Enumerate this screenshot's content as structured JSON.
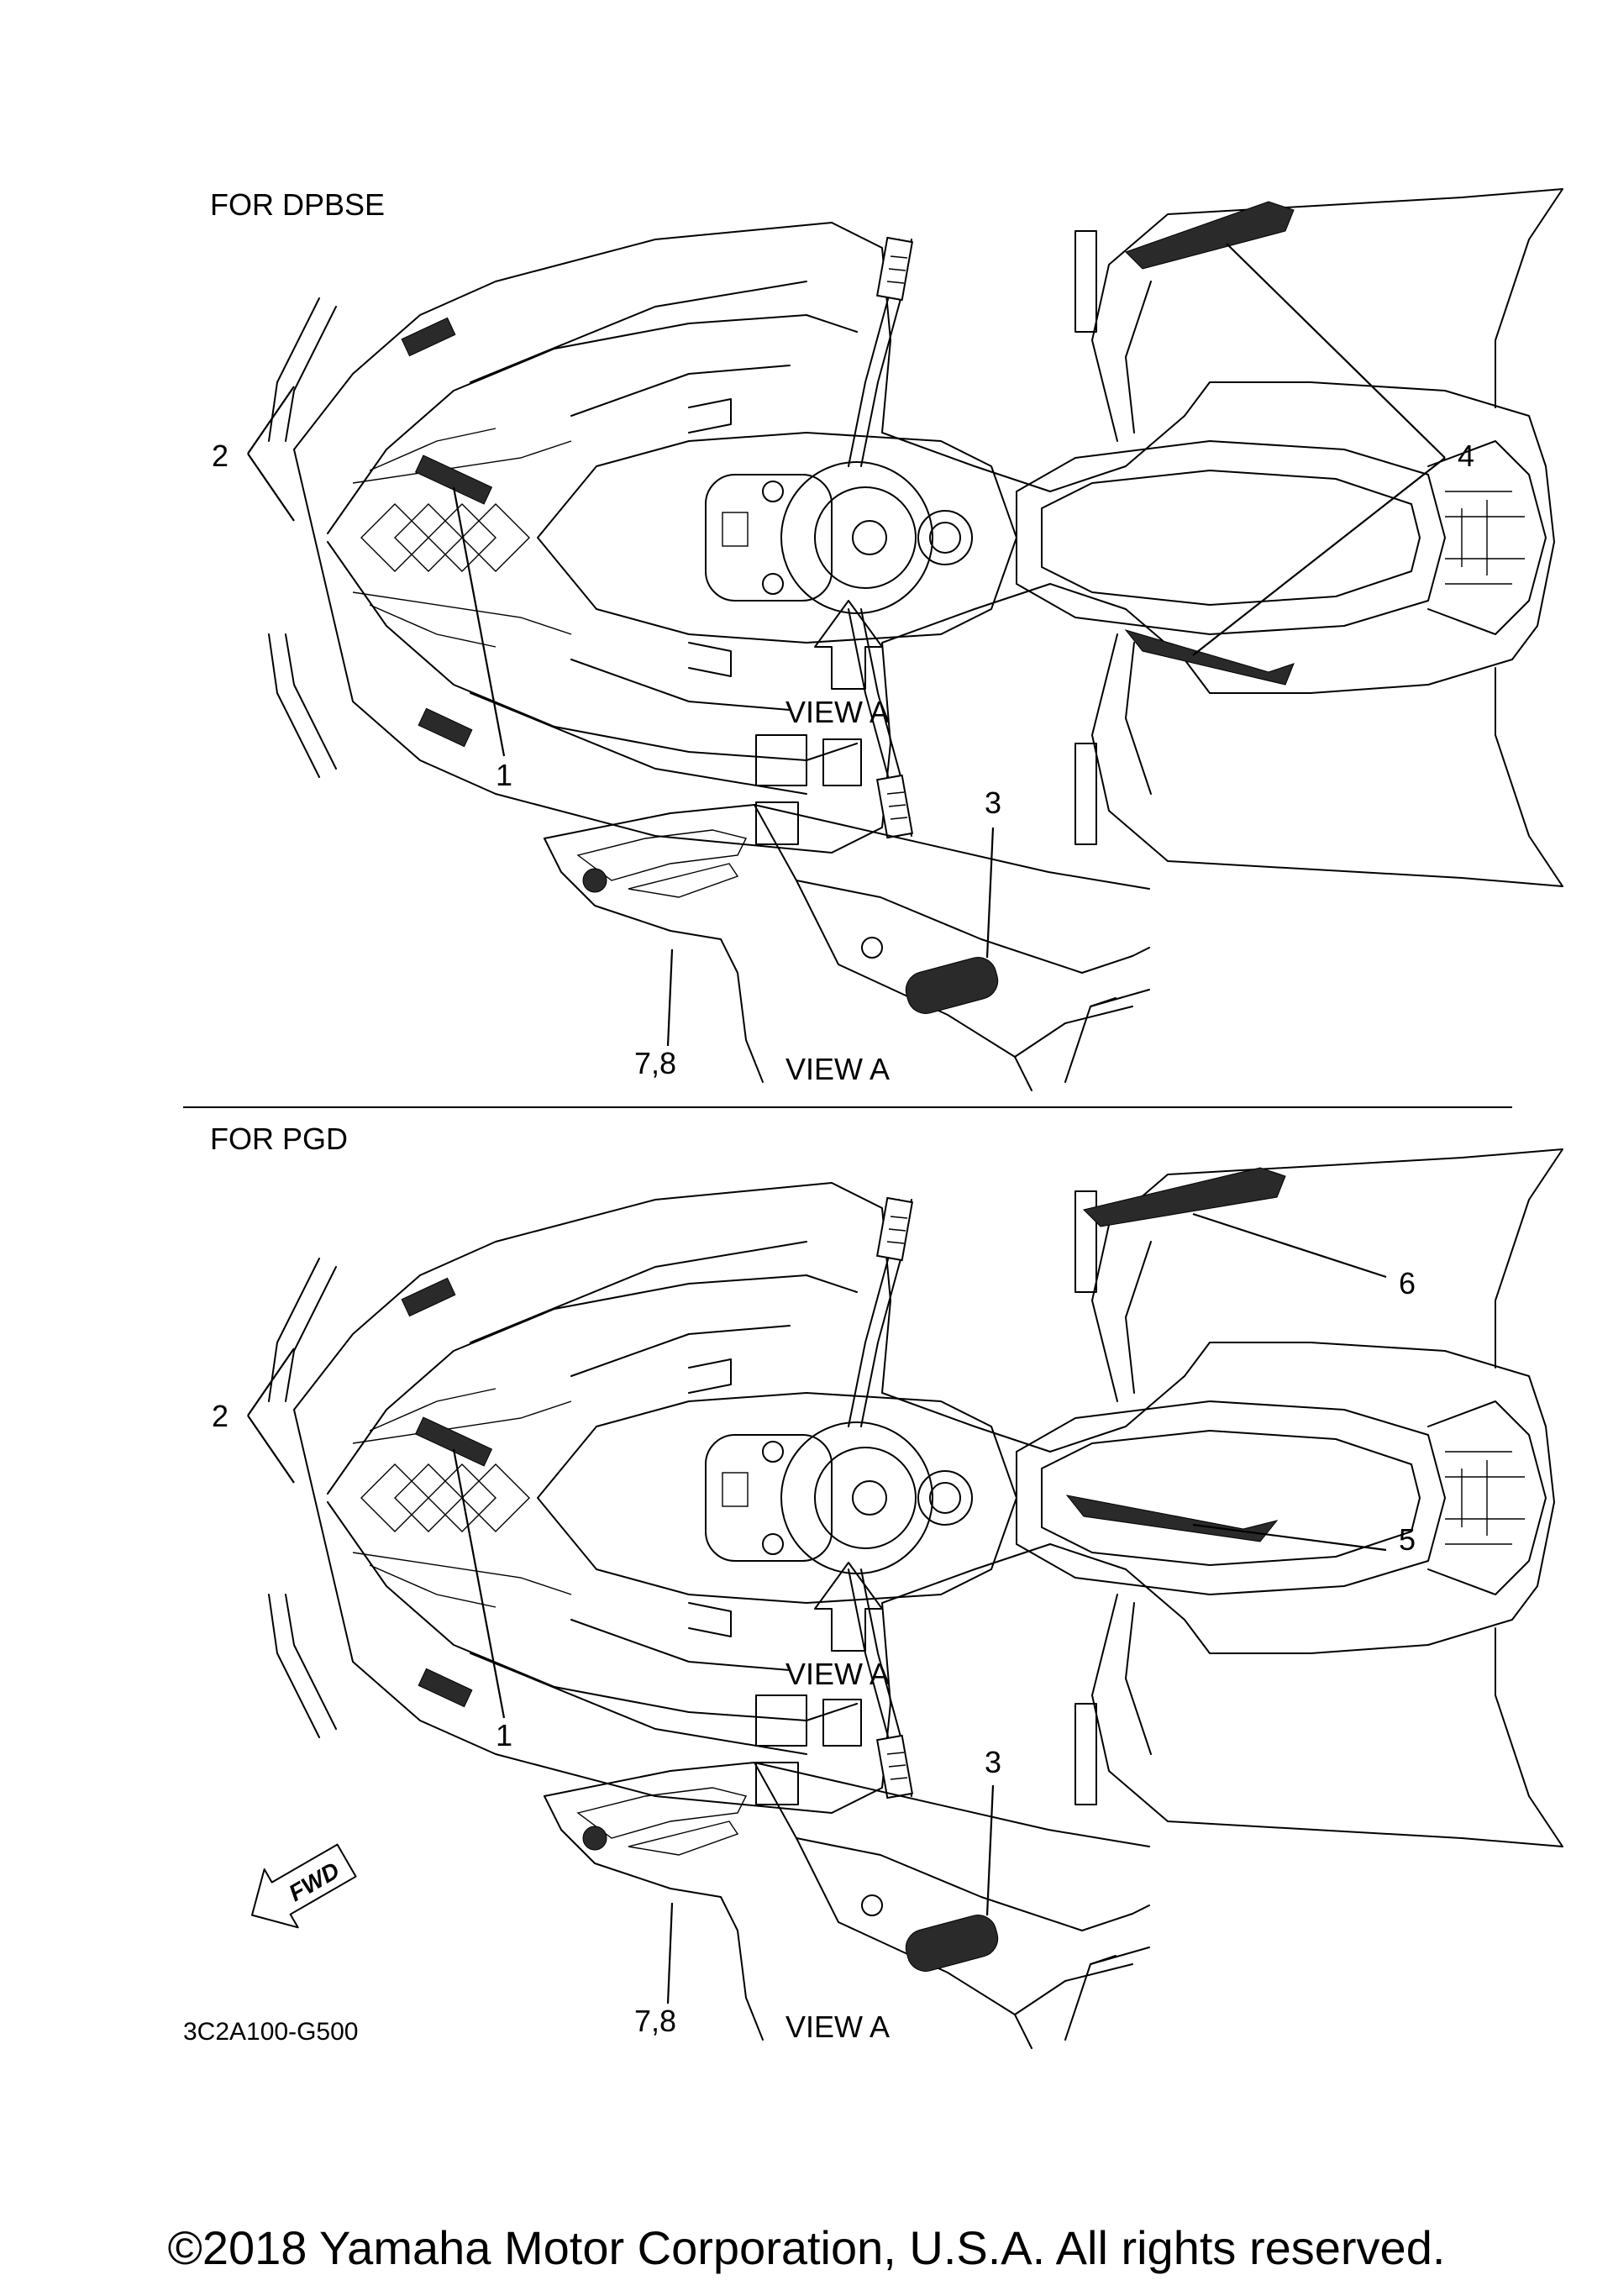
{
  "sections": [
    {
      "title": "FOR DPBSE",
      "callouts": {
        "left_front": "2",
        "center_decal": "1",
        "rear": "4",
        "side_badge": "3",
        "side_panel": "7,8"
      },
      "view_arrow_label": "VIEW A",
      "side_view_label": "VIEW A"
    },
    {
      "title": "FOR PGD",
      "callouts": {
        "left_front": "2",
        "center_decal": "1",
        "rear_upper": "6",
        "rear_lower": "5",
        "side_badge": "3",
        "side_panel": "7,8"
      },
      "view_arrow_label": "VIEW A",
      "side_view_label": "VIEW A"
    }
  ],
  "fwd_label": "FWD",
  "diagram_code": "3C2A100-G500",
  "copyright": "©2018 Yamaha Motor Corporation, U.S.A. All rights reserved.",
  "colors": {
    "ink": "#000000",
    "paper": "#ffffff",
    "decal": "#2a2a2a"
  }
}
